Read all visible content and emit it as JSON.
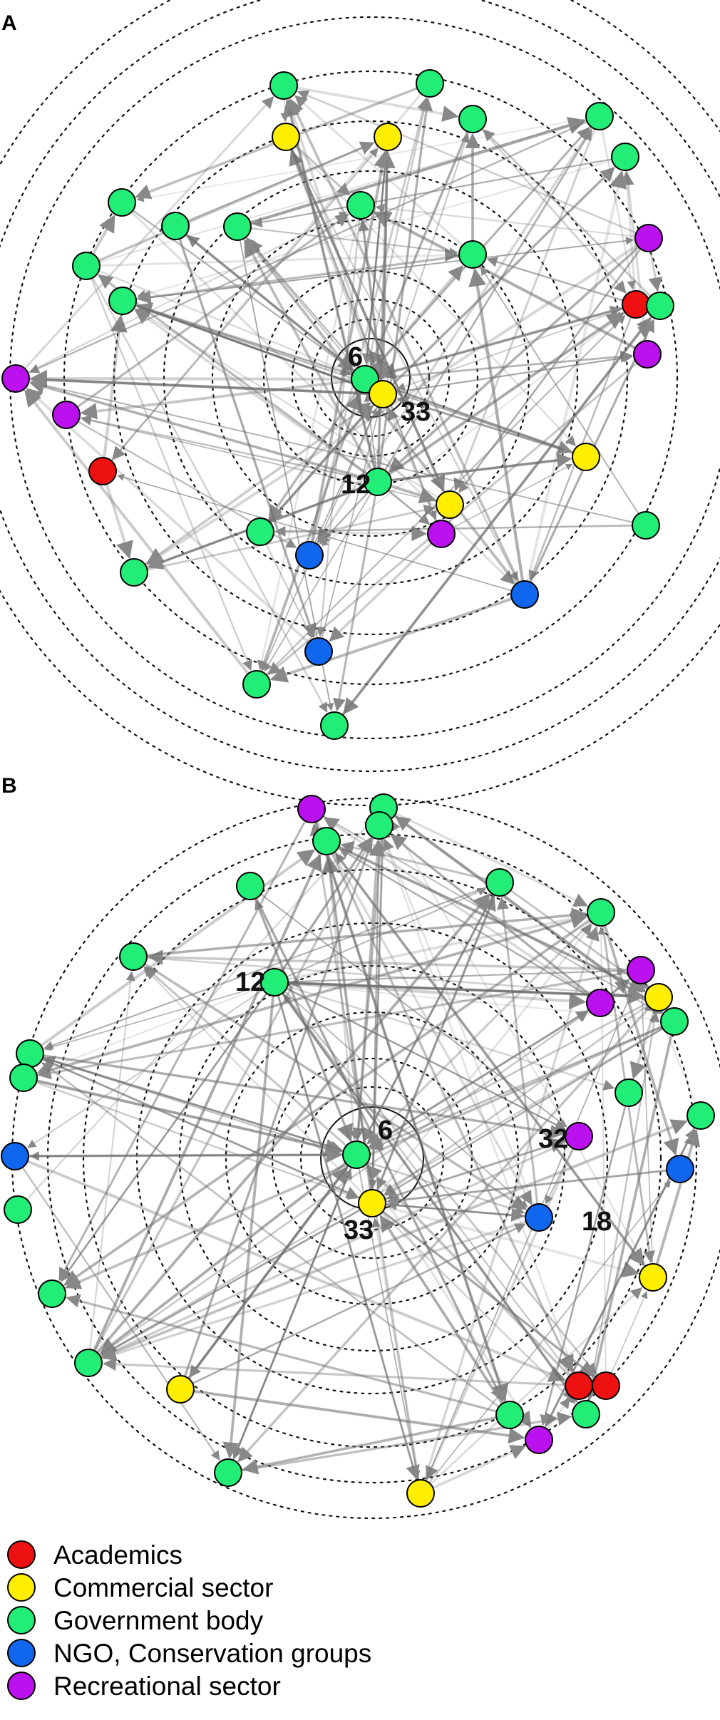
{
  "colors": {
    "Academics": "#ee1111",
    "Commercial sector": "#ffee00",
    "Government body": "#22ee77",
    "NGO, Conservation groups": "#1166ee",
    "Recreational sector": "#bb11ee"
  },
  "panels": [
    {
      "label": "A",
      "labels": [
        {
          "text": "6",
          "node": 0
        },
        {
          "text": "33",
          "node": 1
        },
        {
          "text": "12",
          "node": 2
        }
      ]
    },
    {
      "label": "B",
      "labels": [
        {
          "text": "6",
          "node": 0
        },
        {
          "text": "33",
          "node": 1
        },
        {
          "text": "12",
          "node": 2
        },
        {
          "text": "32",
          "node": 3
        },
        {
          "text": "18",
          "node": 4
        }
      ]
    }
  ],
  "legend": [
    {
      "label": "Academics",
      "category": "Academics"
    },
    {
      "label": "Commercial sector",
      "category": "Commercial sector"
    },
    {
      "label": "Government body",
      "category": "Government body"
    },
    {
      "label": "NGO, Conservation groups",
      "category": "NGO, Conservation groups"
    },
    {
      "label": "Recreational sector",
      "category": "Recreational sector"
    }
  ]
}
